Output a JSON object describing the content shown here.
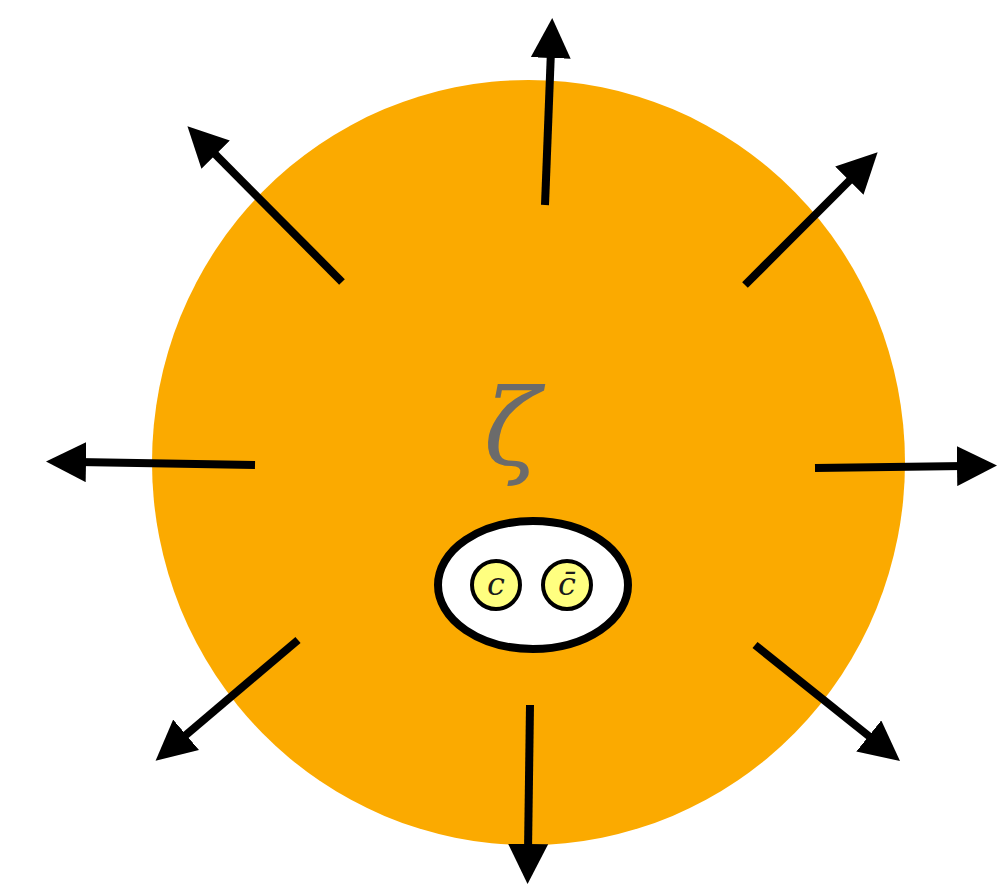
{
  "diagram": {
    "nodes": [
      {
        "text": [
          "ζ"
        ]
      },
      {
        "text": [
          "c"
        ],
        "in": 0
      },
      {
        "text": [
          "c̄"
        ],
        "in": 0
      }
    ]
  }
}
